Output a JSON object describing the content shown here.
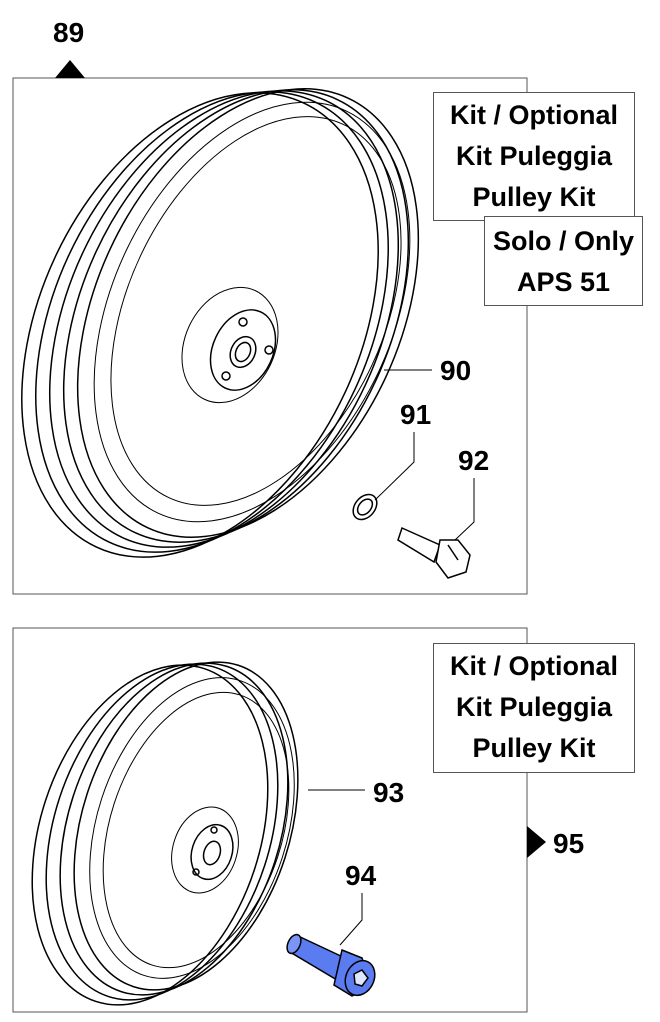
{
  "colors": {
    "line": "#000000",
    "frame": "#555555",
    "bolt_blue": "#5b7cf0"
  },
  "top_panel": {
    "ref_label": "89",
    "kit_box": {
      "line1": "Kit / Optional",
      "line2": "Kit Puleggia",
      "line3": "Pulley Kit"
    },
    "solo_box": {
      "line1": "Solo / Only",
      "line2": "APS 51"
    },
    "callouts": {
      "pulley": "90",
      "washer": "91",
      "bolt": "92"
    }
  },
  "bottom_panel": {
    "kit_box": {
      "line1": "Kit / Optional",
      "line2": "Kit Puleggia",
      "line3": "Pulley Kit"
    },
    "callouts": {
      "pulley": "93",
      "screw": "94"
    },
    "ref_label": "95"
  }
}
